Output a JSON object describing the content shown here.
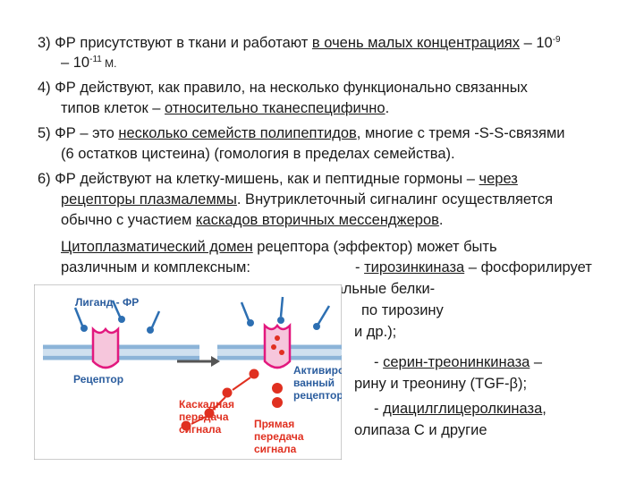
{
  "p3": {
    "start": "3) ФР присутствуют в ткани и работают ",
    "underlined": "в очень малых концентрациях",
    "mid": " – 10",
    "exp1": "-9",
    "l2_start": "– 10",
    "exp2": "-11",
    "l2_end": " М."
  },
  "p4": {
    "line1": "4) ФР действуют, как правило, на несколько функционально связанных",
    "l2_start": "типов клеток – ",
    "underlined": "относительно тканеспецифично",
    "l2_end": "."
  },
  "p5": {
    "l1_start": "5) ФР – это ",
    "underlined": "несколько семейств полипептидов",
    "l1_end": ", многие с тремя -S-S-связями",
    "line2": "(6 остатков цистеина) (гомология в пределах семейства)."
  },
  "p6": {
    "l1_start": "6) ФР действуют на клетку-мишень, как и пептидные гормоны – ",
    "u1": "через",
    "u2": "рецепторы плазмалеммы",
    "l2_end": ". Внутриклеточный сигналинг осуществляется",
    "l3_start": "обычно с участием ",
    "u3": "каскадов вторичных мессенджеров",
    "l3_end": "."
  },
  "p7": {
    "u1": "Цитоплазматический домен",
    "l1_end": " рецептора (эффектор) может быть",
    "l2_start": "различным и комплексным:",
    "l2_dash": "- ",
    "u2": "тирозинкиназа",
    "l2_end": " – фосфорилирует",
    "l3_frag": "сигнальные белки-",
    "l4_frag": "по тирозину",
    "l5_frag": "и др.);",
    "l6_dash": "- ",
    "u3": "серин-треонинкиназа",
    "l6_end": " –",
    "l7_frag": "рину и треонину (TGF-β);",
    "l8_dash": "- ",
    "u4": "диацилглицеролкиназа",
    "l8_end": ",",
    "l9_frag": "олипаза С",
    "l9_frag_u": "С",
    "l9_end": " и другие"
  },
  "figure": {
    "ligand_label": "Лиганд - ФР",
    "receptor_label": "Рецептор",
    "active_label_1": "Активиро-",
    "active_label_2": "ванный",
    "active_label_3": "рецептор",
    "cascade_1": "Каскадная",
    "cascade_2": "передача",
    "cascade_3": "сигнала",
    "direct_1": "Прямая",
    "direct_2": "передача",
    "direct_3": "сигнала",
    "colors": {
      "ligand": "#2d6fb2",
      "receptor": "#e2187e",
      "signal": "#e03020",
      "label_blue": "#2b5d9e",
      "label_red": "#e03020"
    }
  }
}
